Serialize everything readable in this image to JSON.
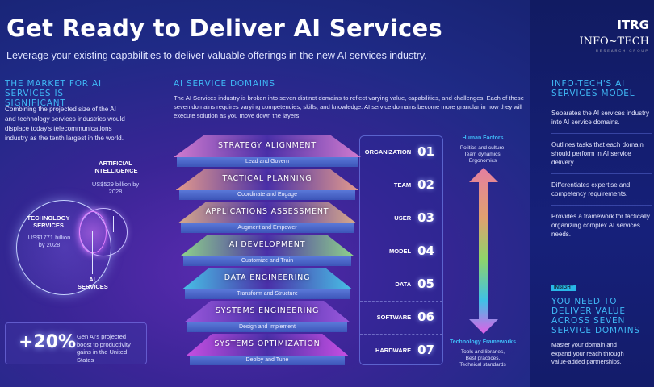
{
  "header": {
    "title": "Get Ready to Deliver AI Services",
    "subtitle": "Leverage your existing capabilities to deliver valuable offerings in the new AI services industry."
  },
  "market": {
    "heading": "THE MARKET FOR AI SERVICES IS SIGNIFICANT",
    "body": "Combining the projected size of the AI and technology services industries would displace today's telecommunications industry as the tenth largest in the world.",
    "venn": {
      "tech_label": "TECHNOLOGY SERVICES",
      "tech_value": "US$1771 billion by 2028",
      "ai_label": "ARTIFICIAL INTELLIGENCE",
      "ai_value": "US$529 billion by 2028",
      "overlap_label": "AI SERVICES"
    },
    "stat": {
      "value": "+20%",
      "text": "Gen AI's projected boost to productivity gains in the United States"
    }
  },
  "domains": {
    "heading": "AI SERVICE DOMAINS",
    "body": "The AI Services industry is broken into seven distinct domains to reflect varying value, capabilities, and challenges. Each of these seven domains requires varying competencies, skills, and knowledge. AI service domains become more granular in how they will execute solution as you move down the layers.",
    "layers": [
      {
        "name": "STRATEGY ALIGNMENT",
        "sub": "Lead and Govern",
        "level": "ORGANIZATION",
        "num": "01",
        "color": "#d27ccf"
      },
      {
        "name": "TACTICAL PLANNING",
        "sub": "Coordinate and Engage",
        "level": "TEAM",
        "num": "02",
        "color": "#e29a8c"
      },
      {
        "name": "APPLICATIONS ASSESSMENT",
        "sub": "Augment and Empower",
        "level": "USER",
        "num": "03",
        "color": "#d8aa8a"
      },
      {
        "name": "AI DEVELOPMENT",
        "sub": "Customize and Train",
        "level": "MODEL",
        "num": "04",
        "color": "#8fd48a"
      },
      {
        "name": "DATA ENGINEERING",
        "sub": "Transform and Structure",
        "level": "DATA",
        "num": "05",
        "color": "#48c2e6"
      },
      {
        "name": "SYSTEMS ENGINEERING",
        "sub": "Design and Implement",
        "level": "SOFTWARE",
        "num": "06",
        "color": "#9a58dc"
      },
      {
        "name": "SYSTEMS OPTIMIZATION",
        "sub": "Deploy and Tune",
        "level": "HARDWARE",
        "num": "07",
        "color": "#c64fe2"
      }
    ]
  },
  "scale": {
    "top_title": "Human Factors",
    "top_text": "Politics and culture, Team dynamics, Ergonomics",
    "bottom_title": "Technology Frameworks",
    "bottom_text": "Tools and libraries, Best practices, Technical standards"
  },
  "sidebar": {
    "logo_mark": "ITRG",
    "logo_name": "INFO~TECH",
    "logo_sub": "RESEARCH GROUP",
    "heading": "INFO-TECH'S AI SERVICES MODEL",
    "items": [
      "Separates the AI services industry into AI service domains.",
      "Outlines tasks that each domain should perform in AI service delivery.",
      "Differentiates expertise and competency requirements.",
      "Provides a framework for tactically organizing complex AI services needs."
    ],
    "insight_tag": "INSIGHT",
    "insight_heading": "YOU NEED TO DELIVER VALUE ACROSS SEVEN SERVICE DOMAINS",
    "insight_body": "Master your domain and expand your reach through value-added partnerships."
  }
}
